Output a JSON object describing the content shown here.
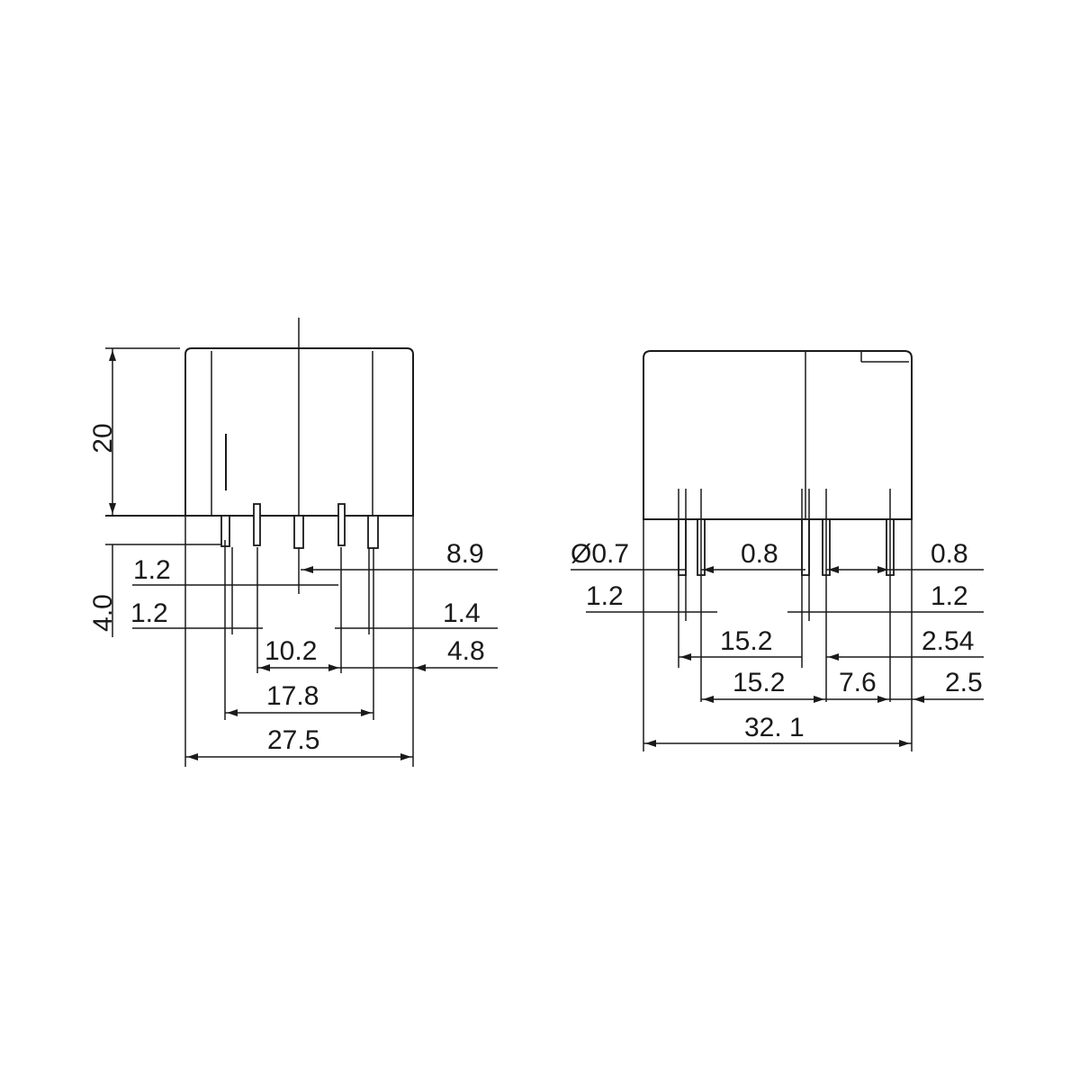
{
  "front_view": {
    "dim_height": "20",
    "dim_pin_length": "4.0",
    "dim_pin_width_1": "1.2",
    "dim_pin_width_2": "1.2",
    "dim_offset_8_9": "8.9",
    "dim_offset_1_4": "1.4",
    "dim_offset_10_2": "10.2",
    "dim_offset_4_8": "4.8",
    "dim_offset_17_8": "17.8",
    "dim_width_27_5": "27.5"
  },
  "side_view": {
    "dim_pin_diameter": "Ø0.7",
    "dim_pin_thickness_left": "0.8",
    "dim_pin_thickness_right": "0.8",
    "dim_pin_width_left": "1.2",
    "dim_pin_width_right": "1.2",
    "dim_pitch_15_2_upper": "15.2",
    "dim_pitch_2_54": "2.54",
    "dim_pitch_15_2_lower": "15.2",
    "dim_pitch_7_6": "7.6",
    "dim_pitch_2_5": "2.5",
    "dim_length_32_1": "32. 1"
  }
}
